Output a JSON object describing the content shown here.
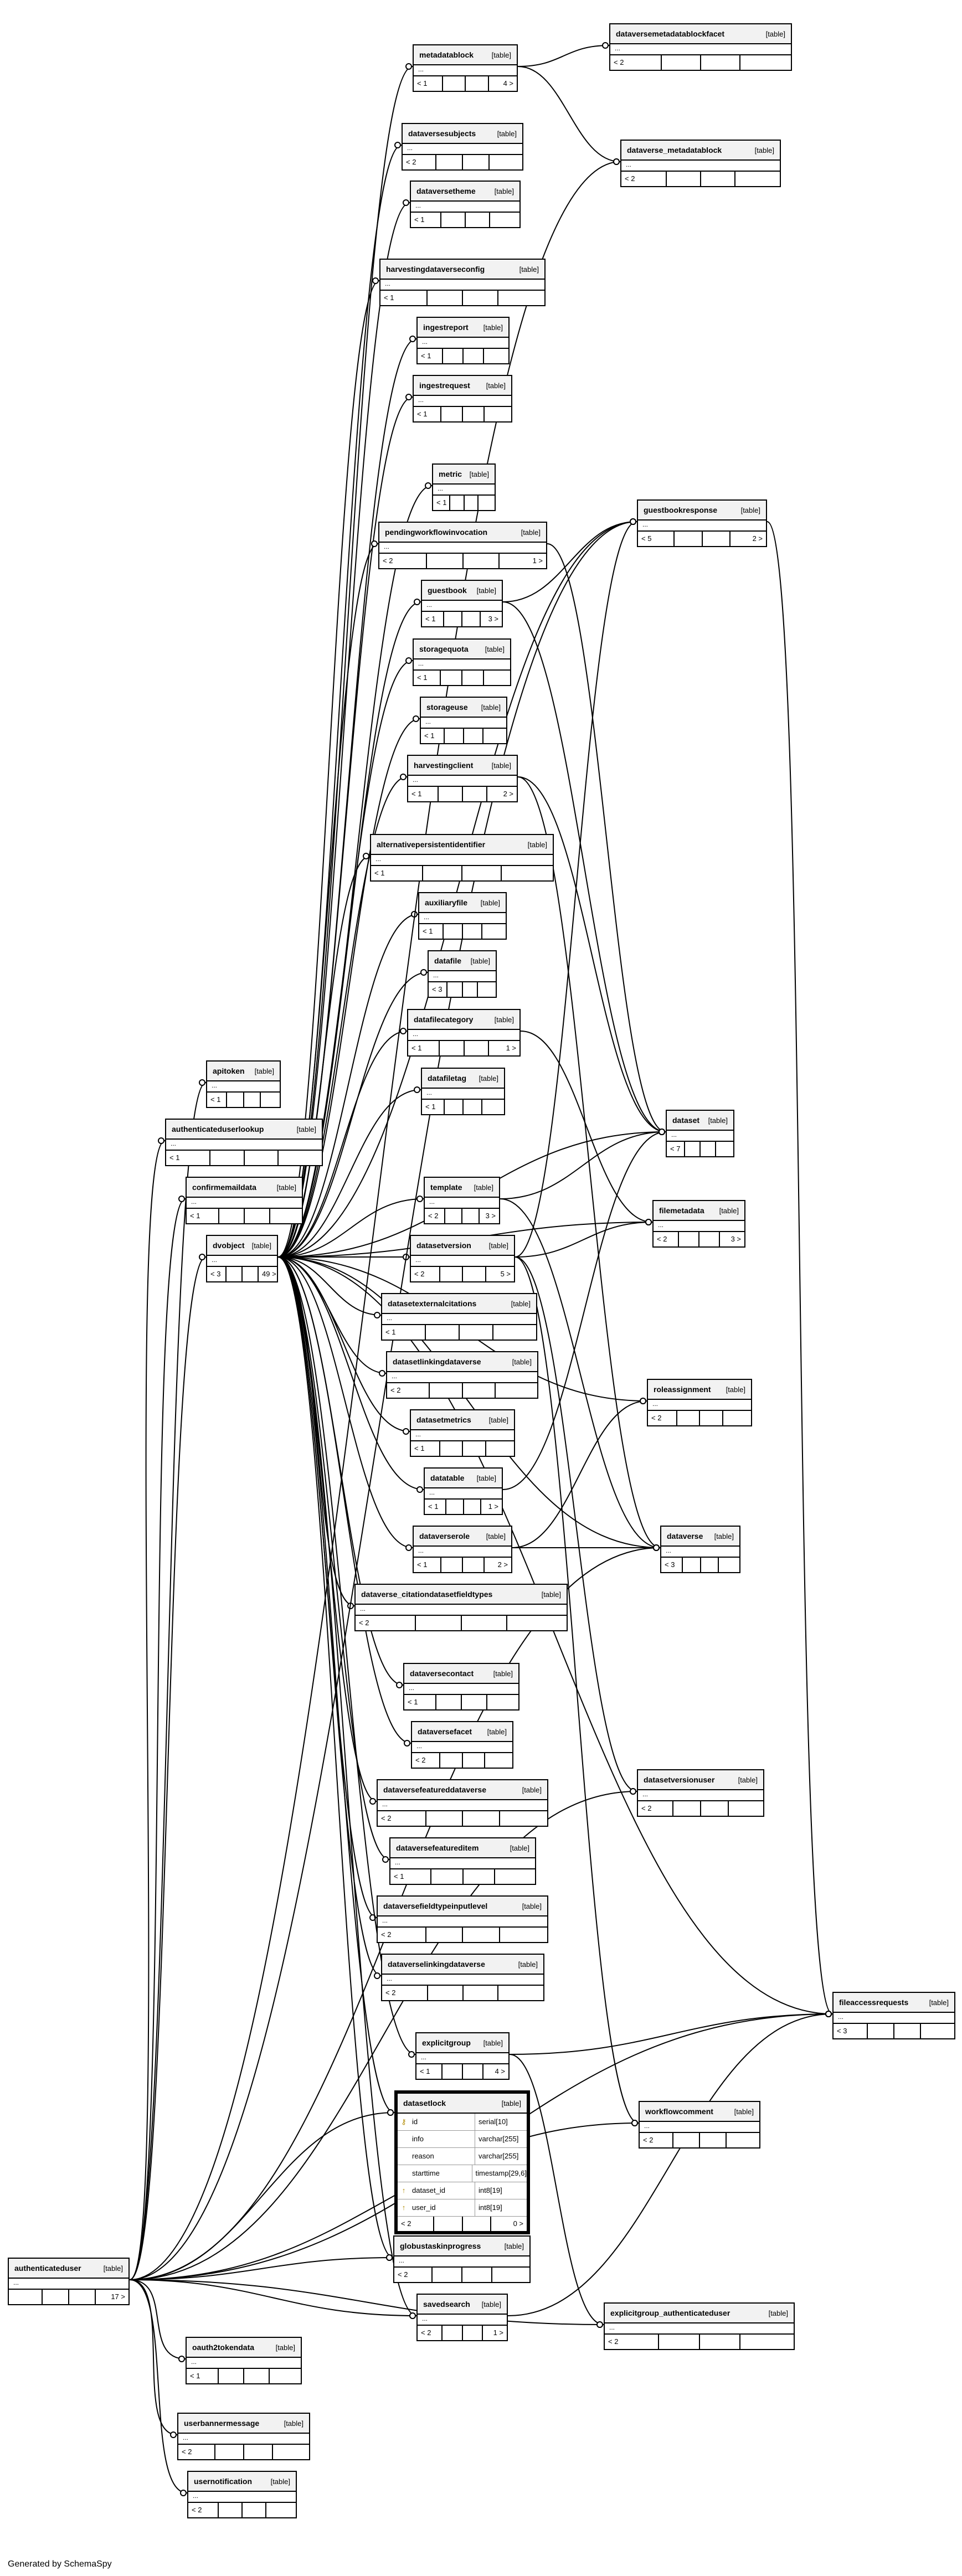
{
  "footer": {
    "generated": "Generated by SchemaSpy"
  },
  "tables": {
    "metadatablock": {
      "name": "metadatablock",
      "kind": "[table]",
      "dots": "...",
      "parents": "< 1",
      "children": "4 >"
    },
    "dataversemetadatablockfacet": {
      "name": "dataversemetadatablockfacet",
      "kind": "[table]",
      "dots": "...",
      "parents": "< 2",
      "children": ""
    },
    "dataversesubjects": {
      "name": "dataversesubjects",
      "kind": "[table]",
      "dots": "...",
      "parents": "< 2",
      "children": ""
    },
    "dataverse_metadatablock": {
      "name": "dataverse_metadatablock",
      "kind": "[table]",
      "dots": "...",
      "parents": "< 2",
      "children": ""
    },
    "dataversetheme": {
      "name": "dataversetheme",
      "kind": "[table]",
      "dots": "...",
      "parents": "< 1",
      "children": ""
    },
    "harvestingdataverseconfig": {
      "name": "harvestingdataverseconfig",
      "kind": "[table]",
      "dots": "...",
      "parents": "< 1",
      "children": ""
    },
    "ingestreport": {
      "name": "ingestreport",
      "kind": "[table]",
      "dots": "...",
      "parents": "< 1",
      "children": ""
    },
    "ingestrequest": {
      "name": "ingestrequest",
      "kind": "[table]",
      "dots": "...",
      "parents": "< 1",
      "children": ""
    },
    "metric": {
      "name": "metric",
      "kind": "[table]",
      "dots": "...",
      "parents": "< 1",
      "children": ""
    },
    "guestbookresponse": {
      "name": "guestbookresponse",
      "kind": "[table]",
      "dots": "...",
      "parents": "< 5",
      "children": "2 >"
    },
    "pendingworkflowinvocation": {
      "name": "pendingworkflowinvocation",
      "kind": "[table]",
      "dots": "...",
      "parents": "< 2",
      "children": "1 >"
    },
    "guestbook": {
      "name": "guestbook",
      "kind": "[table]",
      "dots": "...",
      "parents": "< 1",
      "children": "3 >"
    },
    "storagequota": {
      "name": "storagequota",
      "kind": "[table]",
      "dots": "...",
      "parents": "< 1",
      "children": ""
    },
    "storageuse": {
      "name": "storageuse",
      "kind": "[table]",
      "dots": "...",
      "parents": "< 1",
      "children": ""
    },
    "harvestingclient": {
      "name": "harvestingclient",
      "kind": "[table]",
      "dots": "...",
      "parents": "< 1",
      "children": "2 >"
    },
    "alternativepersistentidentifier": {
      "name": "alternativepersistentidentifier",
      "kind": "[table]",
      "dots": "...",
      "parents": "< 1",
      "children": ""
    },
    "auxiliaryfile": {
      "name": "auxiliaryfile",
      "kind": "[table]",
      "dots": "...",
      "parents": "< 1",
      "children": ""
    },
    "datafile": {
      "name": "datafile",
      "kind": "[table]",
      "dots": "...",
      "parents": "< 3",
      "children": ""
    },
    "datafilecategory": {
      "name": "datafilecategory",
      "kind": "[table]",
      "dots": "...",
      "parents": "< 1",
      "children": "1 >"
    },
    "datafiletag": {
      "name": "datafiletag",
      "kind": "[table]",
      "dots": "...",
      "parents": "< 1",
      "children": ""
    },
    "apitoken": {
      "name": "apitoken",
      "kind": "[table]",
      "dots": "...",
      "parents": "< 1",
      "children": ""
    },
    "authenticateduserlookup": {
      "name": "authenticateduserlookup",
      "kind": "[table]",
      "dots": "...",
      "parents": "< 1",
      "children": ""
    },
    "dataset": {
      "name": "dataset",
      "kind": "[table]",
      "dots": "...",
      "parents": "< 7",
      "children": ""
    },
    "confirmemaildata": {
      "name": "confirmemaildata",
      "kind": "[table]",
      "dots": "...",
      "parents": "< 1",
      "children": ""
    },
    "template": {
      "name": "template",
      "kind": "[table]",
      "dots": "...",
      "parents": "< 2",
      "children": "3 >"
    },
    "filemetadata": {
      "name": "filemetadata",
      "kind": "[table]",
      "dots": "...",
      "parents": "< 2",
      "children": "3 >"
    },
    "dvobject": {
      "name": "dvobject",
      "kind": "[table]",
      "dots": "...",
      "parents": "< 3",
      "children": "49 >"
    },
    "datasetversion": {
      "name": "datasetversion",
      "kind": "[table]",
      "dots": "...",
      "parents": "< 2",
      "children": "5 >"
    },
    "datasetexternalcitations": {
      "name": "datasetexternalcitations",
      "kind": "[table]",
      "dots": "...",
      "parents": "< 1",
      "children": ""
    },
    "datasetlinkingdataverse": {
      "name": "datasetlinkingdataverse",
      "kind": "[table]",
      "dots": "...",
      "parents": "< 2",
      "children": ""
    },
    "roleassignment": {
      "name": "roleassignment",
      "kind": "[table]",
      "dots": "...",
      "parents": "< 2",
      "children": ""
    },
    "datasetmetrics": {
      "name": "datasetmetrics",
      "kind": "[table]",
      "dots": "...",
      "parents": "< 1",
      "children": ""
    },
    "datatable": {
      "name": "datatable",
      "kind": "[table]",
      "dots": "...",
      "parents": "< 1",
      "children": "1 >"
    },
    "dataverserole": {
      "name": "dataverserole",
      "kind": "[table]",
      "dots": "...",
      "parents": "< 1",
      "children": "2 >"
    },
    "dataverse": {
      "name": "dataverse",
      "kind": "[table]",
      "dots": "...",
      "parents": "< 3",
      "children": ""
    },
    "dataverse_citationdatasetfieldtypes": {
      "name": "dataverse_citationdatasetfieldtypes",
      "kind": "[table]",
      "dots": "...",
      "parents": "< 2",
      "children": ""
    },
    "dataversecontact": {
      "name": "dataversecontact",
      "kind": "[table]",
      "dots": "...",
      "parents": "< 1",
      "children": ""
    },
    "dataversefacet": {
      "name": "dataversefacet",
      "kind": "[table]",
      "dots": "...",
      "parents": "< 2",
      "children": ""
    },
    "datasetversionuser": {
      "name": "datasetversionuser",
      "kind": "[table]",
      "dots": "...",
      "parents": "< 2",
      "children": ""
    },
    "dataversefeatureddataverse": {
      "name": "dataversefeatureddataverse",
      "kind": "[table]",
      "dots": "...",
      "parents": "< 2",
      "children": ""
    },
    "dataversefeatureditem": {
      "name": "dataversefeatureditem",
      "kind": "[table]",
      "dots": "...",
      "parents": "< 1",
      "children": ""
    },
    "dataversefieldtypeinputlevel": {
      "name": "dataversefieldtypeinputlevel",
      "kind": "[table]",
      "dots": "...",
      "parents": "< 2",
      "children": ""
    },
    "dataverselinkingdataverse": {
      "name": "dataverselinkingdataverse",
      "kind": "[table]",
      "dots": "...",
      "parents": "< 2",
      "children": ""
    },
    "fileaccessrequests": {
      "name": "fileaccessrequests",
      "kind": "[table]",
      "dots": "...",
      "parents": "< 3",
      "children": ""
    },
    "explicitgroup": {
      "name": "explicitgroup",
      "kind": "[table]",
      "dots": "...",
      "parents": "< 1",
      "children": "4 >"
    },
    "workflowcomment": {
      "name": "workflowcomment",
      "kind": "[table]",
      "dots": "...",
      "parents": "< 2",
      "children": ""
    },
    "globustaskinprogress": {
      "name": "globustaskinprogress",
      "kind": "[table]",
      "dots": "...",
      "parents": "< 2",
      "children": ""
    },
    "authenticateduser": {
      "name": "authenticateduser",
      "kind": "[table]",
      "dots": "...",
      "parents": "",
      "children": "17 >"
    },
    "savedsearch": {
      "name": "savedsearch",
      "kind": "[table]",
      "dots": "...",
      "parents": "< 2",
      "children": "1 >"
    },
    "explicitgroup_authenticateduser": {
      "name": "explicitgroup_authenticateduser",
      "kind": "[table]",
      "dots": "...",
      "parents": "< 2",
      "children": ""
    },
    "oauth2tokendata": {
      "name": "oauth2tokendata",
      "kind": "[table]",
      "dots": "...",
      "parents": "< 1",
      "children": ""
    },
    "userbannermessage": {
      "name": "userbannermessage",
      "kind": "[table]",
      "dots": "...",
      "parents": "< 2",
      "children": ""
    },
    "usernotification": {
      "name": "usernotification",
      "kind": "[table]",
      "dots": "...",
      "parents": "< 2",
      "children": ""
    },
    "datasetlock": {
      "name": "datasetlock",
      "kind": "[table]",
      "parents": "< 2",
      "children": "0 >",
      "columns": [
        {
          "key": "pk-key-icon",
          "name": "id",
          "type": "serial[10]"
        },
        {
          "key": "",
          "name": "info",
          "type": "varchar[255]"
        },
        {
          "key": "",
          "name": "reason",
          "type": "varchar[255]"
        },
        {
          "key": "",
          "name": "starttime",
          "type": "timestamp[29,6]"
        },
        {
          "key": "fk-icon",
          "name": "dataset_id",
          "type": "int8[19]"
        },
        {
          "key": "fk-icon",
          "name": "user_id",
          "type": "int8[19]"
        }
      ]
    }
  }
}
